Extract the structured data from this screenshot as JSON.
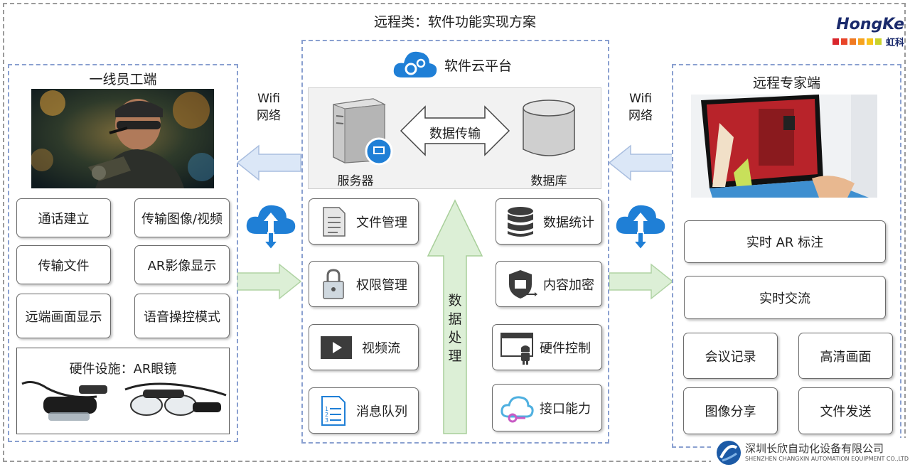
{
  "title": "远程类：软件功能实现方案",
  "logo": {
    "name": "HongKe",
    "sub": "虹科",
    "dots": [
      "#d9262c",
      "#e8452a",
      "#f07a22",
      "#f6a21e",
      "#f8c21a",
      "#c9d22a"
    ]
  },
  "left": {
    "title": "一线员工端",
    "buttons": [
      "通话建立",
      "传输图像/视频",
      "传输文件",
      "AR影像显示",
      "远端画面显示",
      "语音操控模式"
    ],
    "hardware_title": "硬件设施：AR眼镜"
  },
  "center": {
    "title": "软件云平台",
    "server_label": "服务器",
    "db_label": "数据库",
    "transfer_label": "数据传输",
    "left_items": [
      {
        "label": "文件管理",
        "icon": "document-icon"
      },
      {
        "label": "权限管理",
        "icon": "lock-icon"
      },
      {
        "label": "视频流",
        "icon": "video-play-icon"
      },
      {
        "label": "消息队列",
        "icon": "list-document-icon"
      }
    ],
    "right_items": [
      {
        "label": "数据统计",
        "icon": "database-icon"
      },
      {
        "label": "内容加密",
        "icon": "shield-icon"
      },
      {
        "label": "硬件控制",
        "icon": "android-window-icon"
      },
      {
        "label": "接口能力",
        "icon": "cloud-link-icon"
      }
    ],
    "process_label": "数据处理"
  },
  "wifi_left": [
    "Wifi",
    "网络"
  ],
  "wifi_right": [
    "Wifi",
    "网络"
  ],
  "right": {
    "title": "远程专家端",
    "wide_buttons": [
      "实时 AR 标注",
      "实时交流"
    ],
    "buttons": [
      "会议记录",
      "高清画面",
      "图像分享",
      "文件发送"
    ]
  },
  "footer": {
    "company": "深圳长欣自动化设备有限公司",
    "company_en": "SHENZHEN CHANGXIN AUTOMATION EQUIPMENT CO.,LTD"
  },
  "colors": {
    "panel_border": "#8aa0d0",
    "arrow_blue": "#dbe7f7",
    "arrow_green": "#dcefd6",
    "cloud_blue": "#1f7fd6"
  }
}
